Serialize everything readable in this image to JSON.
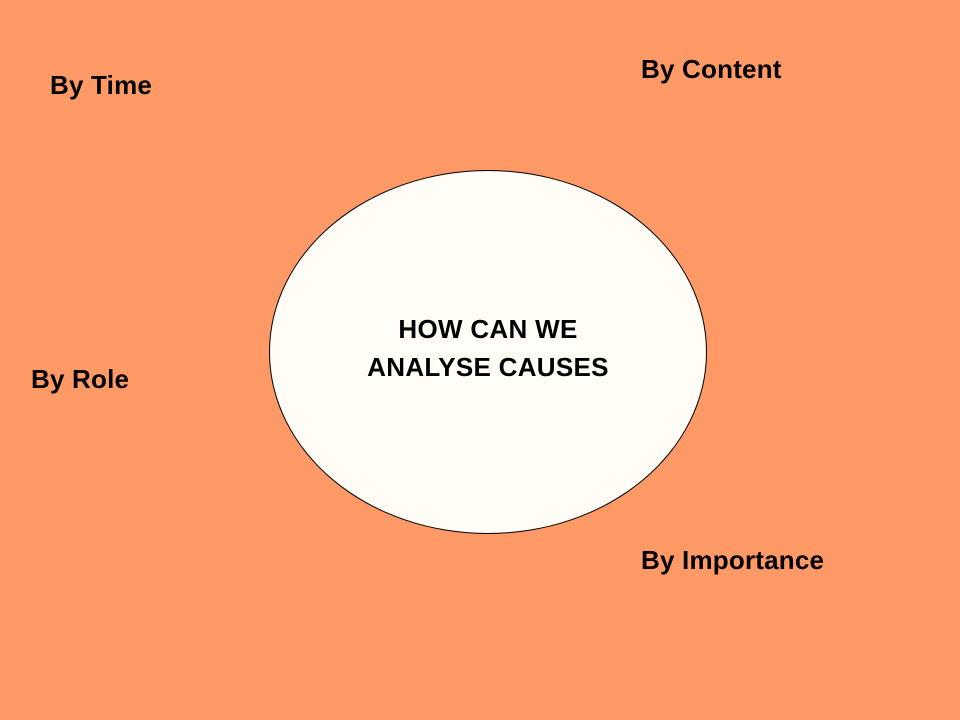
{
  "center": {
    "line1": "HOW CAN WE",
    "line2": "ANALYSE CAUSES"
  },
  "branches": {
    "time": "By Time",
    "content": "By Content",
    "role": "By Role",
    "importance": "By Importance"
  },
  "colors": {
    "background": "#FF9966",
    "ellipse_fill": "#FFFDF5",
    "text": "#000000"
  }
}
